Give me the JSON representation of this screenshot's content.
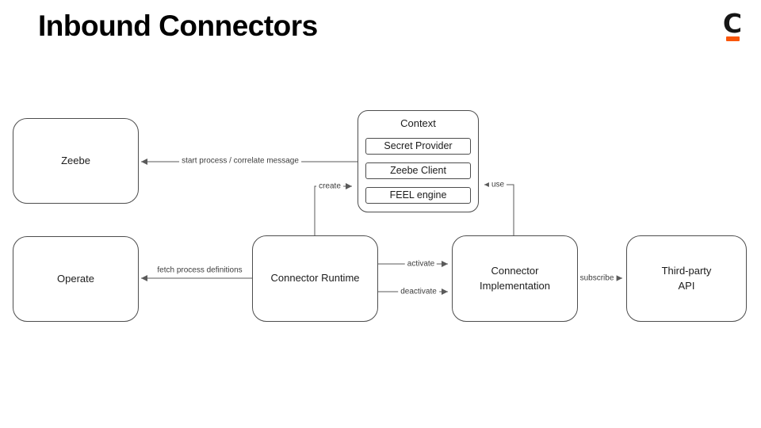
{
  "slide": {
    "title": "Inbound Connectors"
  },
  "logo": {
    "letter": "C",
    "accent_color": "#f9560b"
  },
  "colors": {
    "box_border": "#4d4d4d",
    "edge_line": "#5a5a5a",
    "text": "#1c1c1c"
  },
  "boxes": {
    "zeebe": {
      "label": "Zeebe"
    },
    "operate": {
      "label": "Operate"
    },
    "runtime": {
      "label": "Connector Runtime"
    },
    "implementation": {
      "label": "Connector\nImplementation"
    },
    "thirdparty": {
      "label": "Third-party\nAPI"
    },
    "context": {
      "title": "Context",
      "items": [
        "Secret Provider",
        "Zeebe Client",
        "FEEL engine"
      ]
    }
  },
  "edges": {
    "start_process": "start process / correlate message",
    "create": "create",
    "use": "use",
    "fetch": "fetch process definitions",
    "activate": "activate",
    "deactivate": "deactivate",
    "subscribe": "subscribe"
  }
}
